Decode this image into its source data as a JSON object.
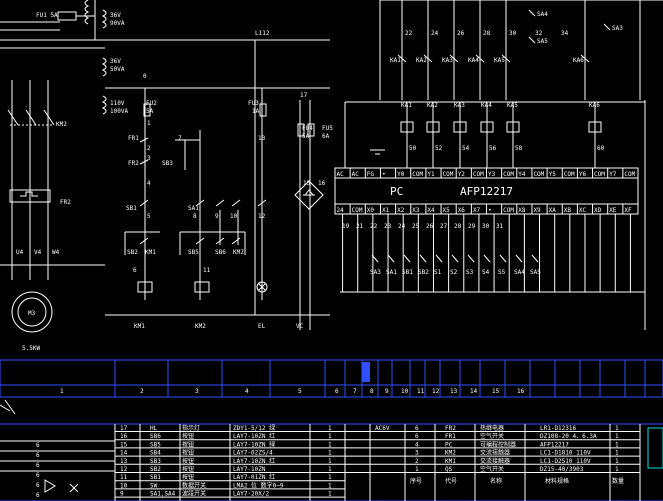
{
  "transformer": {
    "fuse": "FU1 5A",
    "v1": "36V",
    "p1": "90VA",
    "v2": "36V",
    "p2": "50VA",
    "v3": "110V",
    "p3": "100VA"
  },
  "motor": {
    "label": "M3",
    "power": "5.5KW",
    "km": "KM2",
    "fr": "FR2",
    "u": "U4",
    "v": "V4",
    "w": "W4"
  },
  "wires": {
    "l112": "L112",
    "n0": "0",
    "n17": "17",
    "n16": "16",
    "n15": "15"
  },
  "fuses": {
    "fu2": "FU2",
    "fu2_rating": "5A",
    "fu3": "FU3",
    "fu3_rating": "1A",
    "fu4": "FU4",
    "fu4_rating": "5A",
    "fu5": "FU5",
    "fu5_rating": "6A"
  },
  "ctrl": {
    "fr1": "FR1",
    "fr2": "FR2",
    "sb3": "SB3",
    "sb1": "SB1",
    "sb2": "SB2",
    "km1": "KM1",
    "sa1": "SA1",
    "sb5": "SB5",
    "sb6": "SB6",
    "km2": "KM2",
    "n1": "1",
    "n2": "2",
    "n3": "3",
    "n4": "4",
    "n5": "5",
    "n6": "6",
    "n7": "7",
    "n8": "8",
    "n9": "9",
    "n10": "10",
    "n11": "11",
    "n12": "12",
    "n13": "13"
  },
  "bottom_labels": [
    "KM1",
    "KM2",
    "EL",
    "VC"
  ],
  "plc": {
    "model_prefix": "PC",
    "model": "AFP12217",
    "top_terminals": [
      "AC",
      "AC",
      "FG",
      "•",
      "Y0",
      "COM",
      "Y1",
      "COM",
      "Y2",
      "COM",
      "Y3",
      "COM",
      "Y4",
      "COM",
      "Y5",
      "COM",
      "Y6",
      "COM",
      "Y7",
      "COM"
    ],
    "bottom_terminals": [
      "24",
      "COM",
      "X0",
      "X1",
      "X2",
      "X3",
      "X4",
      "X5",
      "X6",
      "X7",
      "•",
      "COM",
      "X8",
      "X9",
      "XA",
      "XB",
      "XC",
      "XD",
      "XE",
      "XF"
    ],
    "output_wires": [
      "50",
      "52",
      "54",
      "56",
      "58",
      "60"
    ],
    "outputs": [
      "KA1",
      "KA2",
      "KA3",
      "KA4",
      "KA5",
      "KA6"
    ],
    "input_wires": [
      "19",
      "21",
      "22",
      "23",
      "24",
      "25",
      "26",
      "27",
      "28",
      "29",
      "30",
      "31"
    ],
    "inputs": [
      "SA3",
      "SA1",
      "SB1",
      "SB2",
      "S1",
      "S2",
      "S3",
      "S4",
      "S5",
      "SA4",
      "SA5"
    ],
    "top_wires": [
      "22",
      "24",
      "26",
      "28",
      "30",
      "32",
      "34"
    ],
    "top_contacts": [
      "KA1",
      "KA2",
      "KA3",
      "KA4",
      "KA5",
      "KA6"
    ],
    "top_switches": [
      "SA4",
      "SA5",
      "SA3"
    ]
  },
  "title_block_cells": [
    "1",
    "2",
    "3",
    "4",
    "5",
    "6",
    "7",
    "8",
    "9",
    "10",
    "11",
    "12",
    "13",
    "14",
    "15",
    "16"
  ],
  "bom_left": [
    [
      "17",
      "HL",
      "指示灯",
      "ZDY1-5/12 绿",
      "1"
    ],
    [
      "16",
      "SB6",
      "按钮",
      "LAY7-10ZN 红",
      "1"
    ],
    [
      "15",
      "SB5",
      "按钮",
      "LAY7-10ZN 绿",
      "1"
    ],
    [
      "14",
      "SB4",
      "按钮",
      "LAY7-02ZS/4",
      "1"
    ],
    [
      "13",
      "SB3",
      "按钮",
      "LAY7-10ZN 红",
      "1"
    ],
    [
      "12",
      "SB2",
      "按钮",
      "LAY7-10ZN",
      "1"
    ],
    [
      "11",
      "SB1",
      "按钮",
      "LAY7-01ZN 红",
      "1"
    ],
    [
      "10",
      "SW",
      "数据开关",
      "LMA2 位 数字0~9",
      "1"
    ],
    [
      "9",
      "SA1,SA4",
      "波段开关",
      "LAY7-20X/2",
      "1"
    ]
  ],
  "bom_right": [
    [
      "AC6V",
      "6",
      "FR2",
      "热继电器",
      "LR1-D12316",
      "1"
    ],
    [
      "",
      "6",
      "FR1",
      "空气开关",
      "DZ108-20 4、6.3A",
      "1"
    ],
    [
      "",
      "4",
      "PC",
      "可编程控制器",
      "AFP12217",
      "1"
    ],
    [
      "",
      "3",
      "KM2",
      "交流接触器",
      "LC1-D1810 110V",
      "1"
    ],
    [
      "",
      "2",
      "KM1",
      "交流接触器",
      "LC1-D2510 110V",
      "1"
    ],
    [
      "",
      "1",
      "QS",
      "空气开关",
      "DZ15-40/3903",
      "1"
    ]
  ],
  "bom_header": [
    "序号",
    "代号",
    "名称",
    "材料规格",
    "数量"
  ],
  "left_misc": [
    "6",
    "6",
    "6",
    "6",
    "6",
    "6"
  ]
}
